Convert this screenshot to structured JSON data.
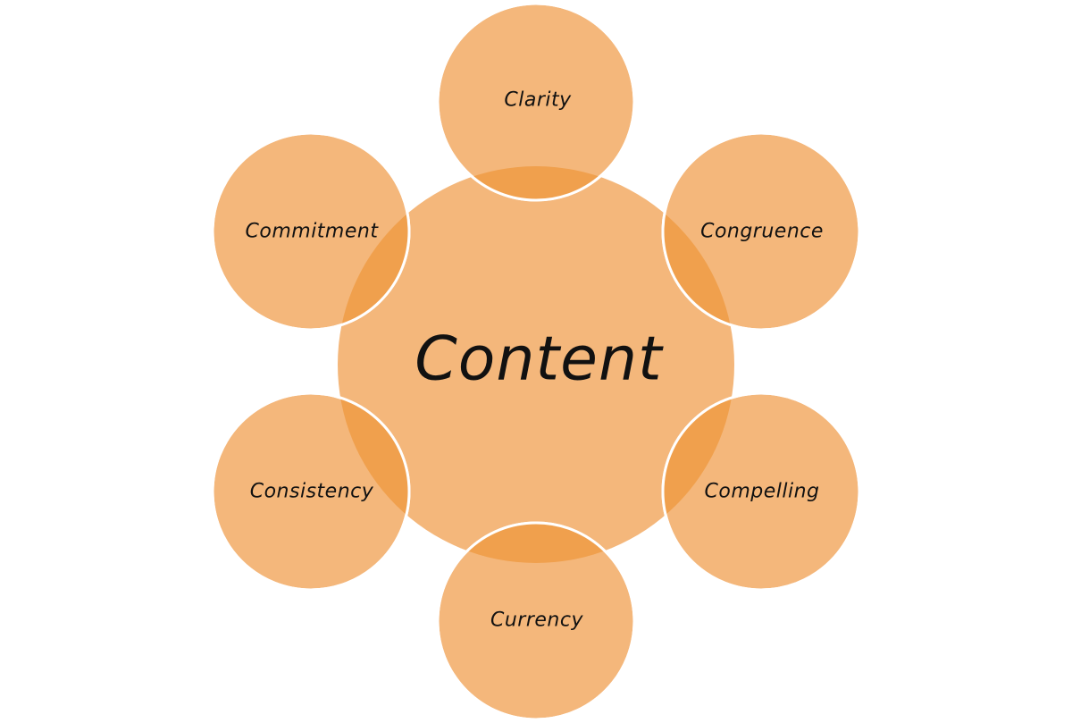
{
  "diagram": {
    "center_label": "Content",
    "satellites": [
      {
        "label": "Clarity"
      },
      {
        "label": "Congruence"
      },
      {
        "label": "Compelling"
      },
      {
        "label": "Currency"
      },
      {
        "label": "Consistency"
      },
      {
        "label": "Commitment"
      }
    ],
    "colors": {
      "fill": "#f4b77b",
      "overlap": "#f0a04d",
      "outline": "#ffffff",
      "text": "#111111",
      "background": "#ffffff"
    }
  }
}
